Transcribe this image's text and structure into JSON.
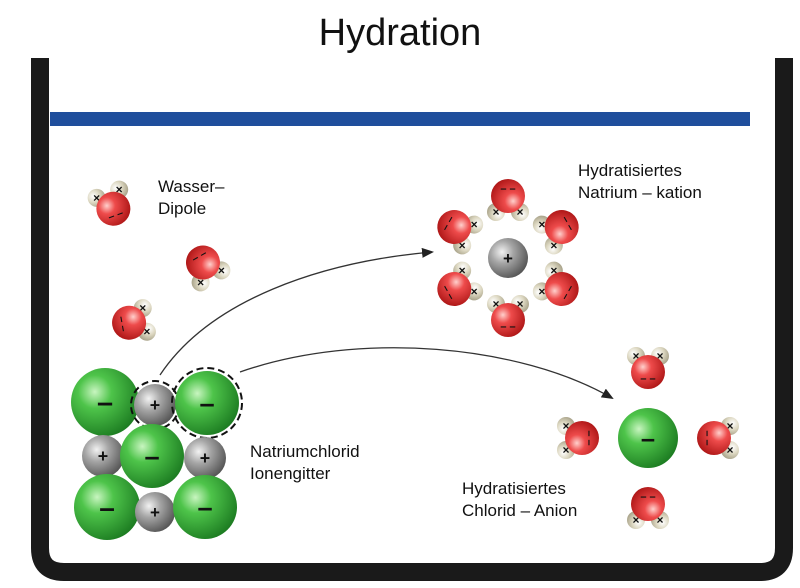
{
  "title": "Hydration",
  "labels": {
    "water_dipoles": [
      "Wasser–",
      "Dipole"
    ],
    "hydrated_sodium": [
      "Hydratisiertes",
      "Natrium – kation"
    ],
    "ionic_lattice": [
      "Natriumchlorid",
      "Ionengitter"
    ],
    "hydrated_chloride": [
      "Hydratisiertes",
      "Chlorid – Anion"
    ]
  },
  "symbols": {
    "plus": "+",
    "minus": "–",
    "delta_plus": "×",
    "delta_minus": "– –"
  },
  "colors": {
    "water_surface": "#1f4e9c",
    "beaker": "#1a1a1a",
    "anion_green": "#2fa52f",
    "cation_gray": "#8a8a8a",
    "oxygen_red": "#e23a3a",
    "hydrogen_beige": "#d9d3b8"
  }
}
